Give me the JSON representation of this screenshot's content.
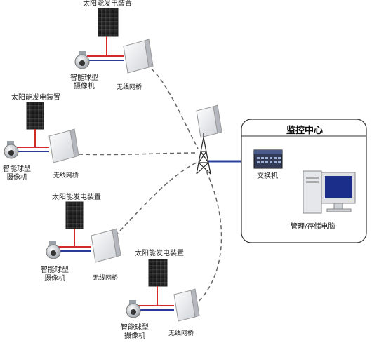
{
  "solar_label": "太阳能发电装置",
  "camera_label_line1": "智能球型",
  "camera_label_line2": "摄像机",
  "bridge_label": "无线网桥",
  "monitor_center": {
    "title": "监控中心",
    "switch_label": "交换机",
    "pc_label": "管理/存储电脑"
  },
  "colors": {
    "solar_link": "#d42a2a",
    "cam_link": "#2a3a9a",
    "wireless": "#666666",
    "backbone": "#2b3f9e"
  }
}
